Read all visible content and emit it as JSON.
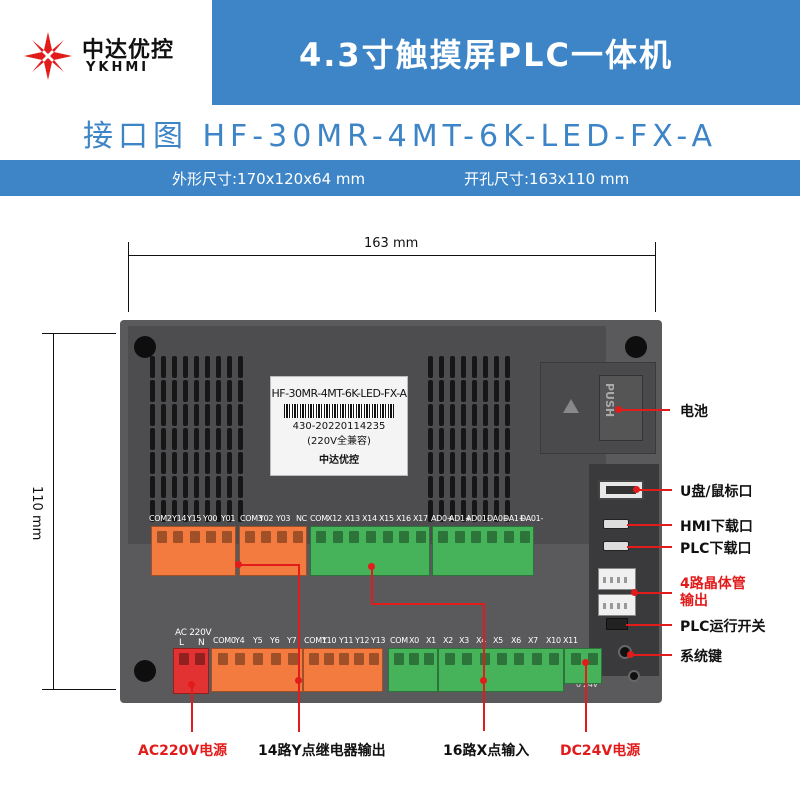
{
  "brand": {
    "name_cn": "中达优控",
    "name_en": "YKHMI",
    "accent": "#3d85c6",
    "logo_red": "#e21b1b"
  },
  "title": "4.3寸触摸屏PLC一体机",
  "model_line": "接口图 HF-30MR-4MT-6K-LED-FX-A",
  "dims": {
    "outer": "外形尺寸:170x120x64 mm",
    "cutout": "开孔尺寸:163x110 mm",
    "width_label": "163 mm",
    "height_label": "110 mm"
  },
  "device_label": {
    "model": "HF-30MR-4MT-6K-LED-FX-A",
    "serial": "430-20220114235",
    "compat": "(220V全兼容)",
    "brand": "中达优控"
  },
  "battery_text": "PUSH",
  "io_top_labels": [
    "COM2",
    "Y14",
    "Y15",
    "Y00",
    "Y01",
    "COM3",
    "Y02",
    "Y03",
    "NC",
    "COM",
    "X12",
    "X13",
    "X14",
    "X15",
    "X16",
    "X17",
    "AD0+",
    "AD1+",
    "AD01-",
    "DA0+",
    "DA1+",
    "DA01-"
  ],
  "io_bottom_labels": [
    "COM0",
    "Y4",
    "Y5",
    "Y6",
    "Y7",
    "COM1",
    "Y10",
    "Y11",
    "Y12",
    "Y13",
    "COM",
    "X0",
    "X1",
    "X2",
    "X3",
    "X4",
    "X5",
    "X6",
    "X7",
    "X10",
    "X11"
  ],
  "ac_label": {
    "top": "AC 220V",
    "l": "L",
    "n": "N"
  },
  "dc_label": "0 24V",
  "callouts": {
    "battery": "电池",
    "usb": "U盘/鼠标口",
    "hmi_download": "HMI下载口",
    "plc_download": "PLC下载口",
    "transistor": "4路晶体管输出",
    "run_switch": "PLC运行开关",
    "system_key": "系统键",
    "ac_power": "AC220V电源",
    "relay_out": "14路Y点继电器输出",
    "x_in": "16路X点输入",
    "dc_power": "DC24V电源"
  }
}
